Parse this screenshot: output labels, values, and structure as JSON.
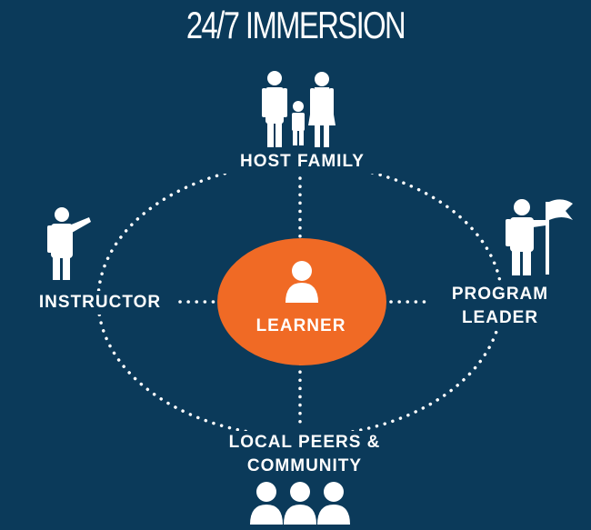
{
  "title": "24/7 IMMERSION",
  "nodes": {
    "center": "LEARNER",
    "top": "HOST FAMILY",
    "left": "INSTRUCTOR",
    "right_line1": "PROGRAM",
    "right_line2": "LEADER",
    "bottom_line1": "LOCAL PEERS &",
    "bottom_line2": "COMMUNITY"
  },
  "colors": {
    "background": "#0b3a5a",
    "center": "#f06a25",
    "text": "#ffffff"
  },
  "icons": [
    "family-icon",
    "instructor-icon",
    "leader-flag-icon",
    "learner-icon",
    "community-icon"
  ]
}
